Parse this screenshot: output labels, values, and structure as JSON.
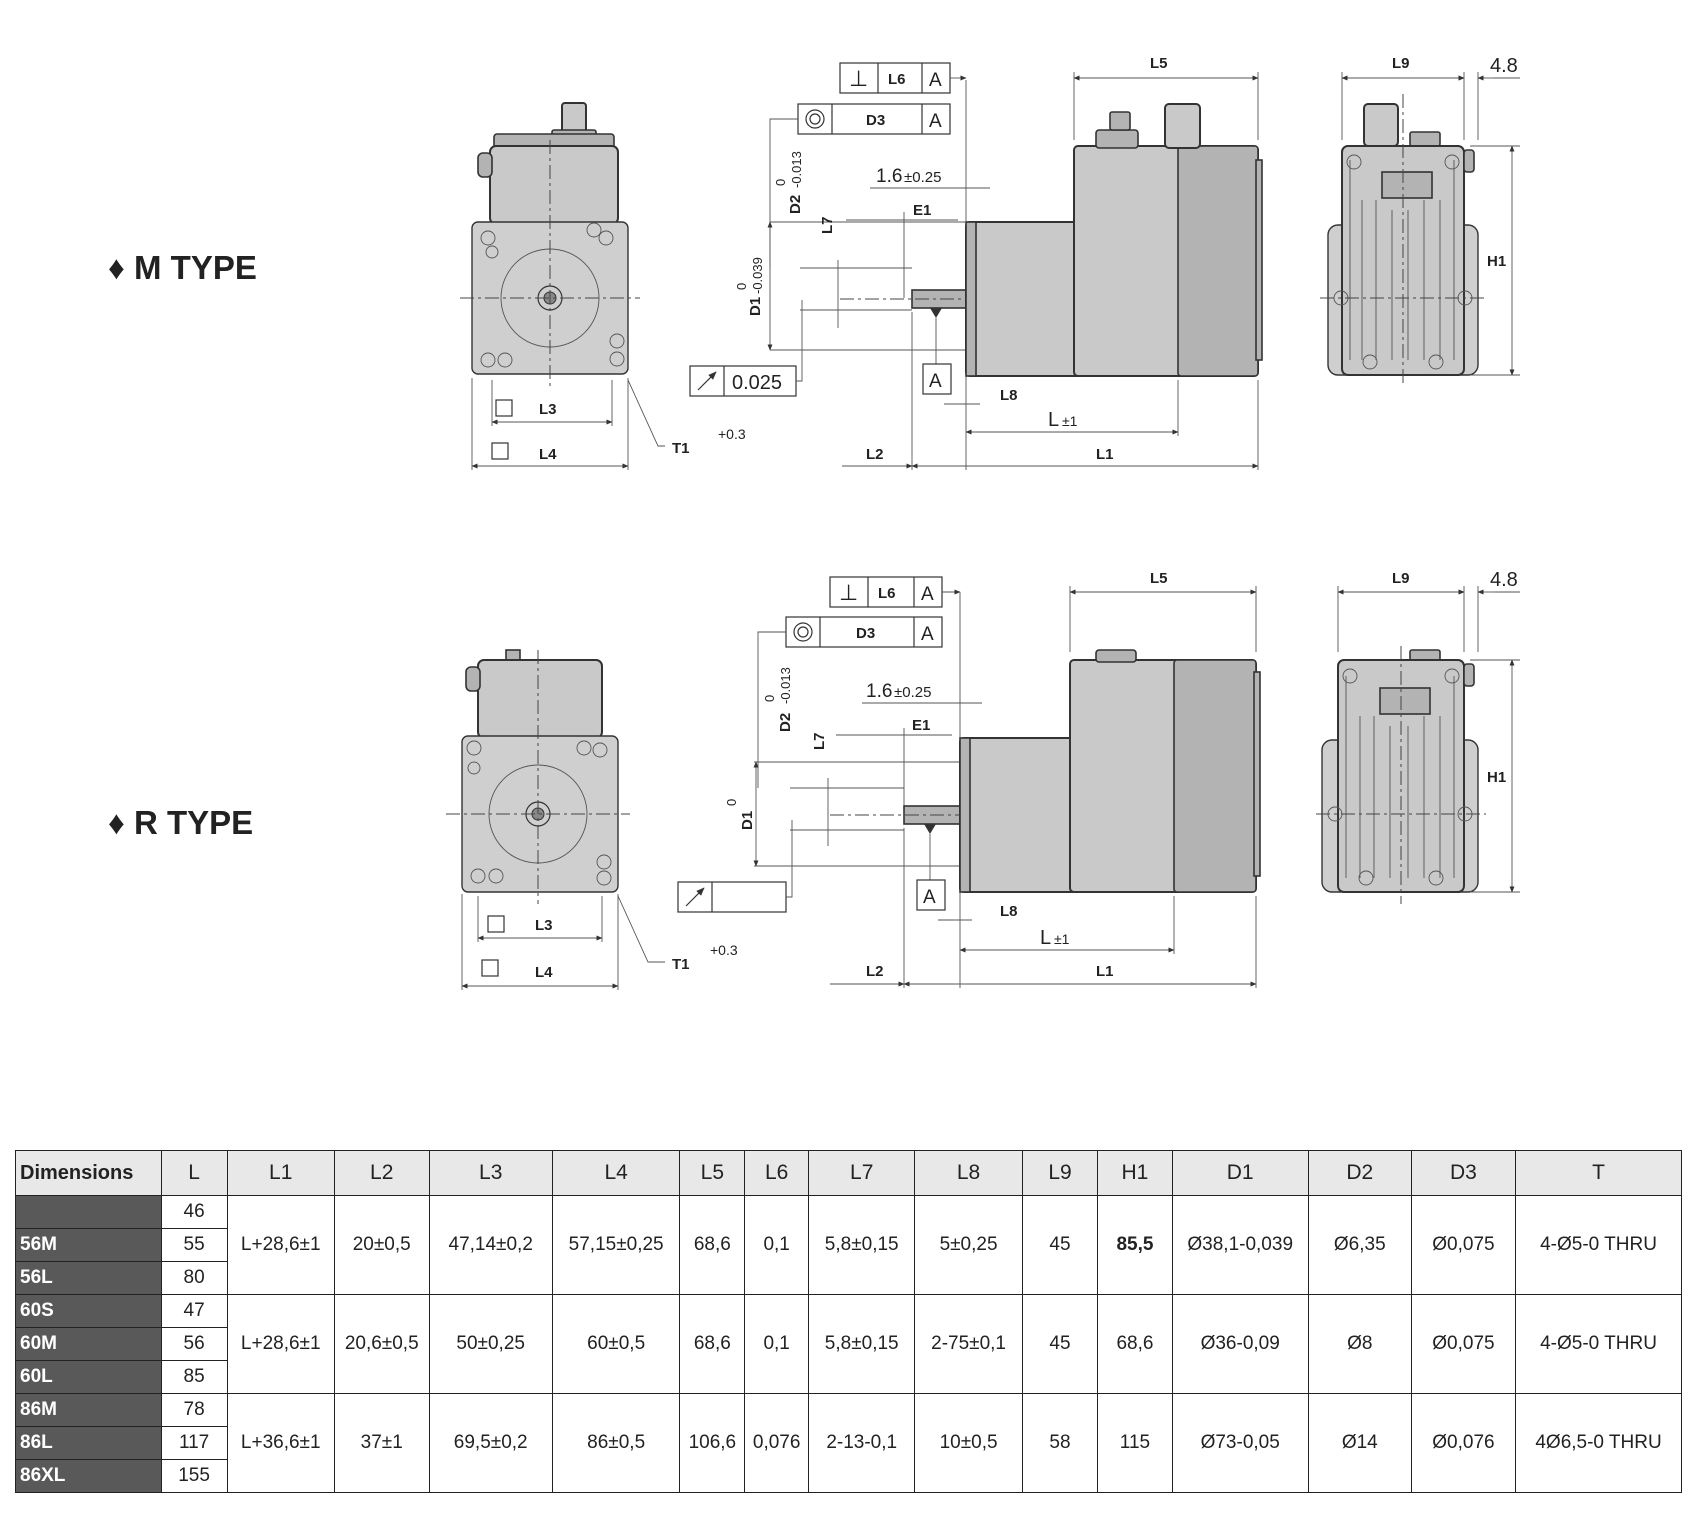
{
  "drawing": {
    "m_type": {
      "type_label": "♦ M TYPE",
      "labels": {
        "L3": "L3",
        "L4": "L4",
        "T1": "T1",
        "T1_tol": "+0.3",
        "L6": "L6",
        "A": "A",
        "D3": "D3",
        "D2": "D2",
        "D2_tol": "0\n-0.013",
        "D1": "D1",
        "D1_tol": "0\n-0.039",
        "L7": "L7",
        "E1": "E1",
        "dim16": "1.6",
        "dim16_tol": "±0.25",
        "runout": "0.025",
        "L8": "L8",
        "L": "L",
        "L_tol": "±1",
        "L2": "L2",
        "L1": "L1",
        "L5": "L5",
        "L9": "L9",
        "dim48": "4.8",
        "H1": "H1"
      }
    },
    "r_type": {
      "type_label": "♦ R TYPE",
      "labels": {
        "L3": "L3",
        "L4": "L4",
        "T1": "T1",
        "T1_tol": "+0.3",
        "L6": "L6",
        "A": "A",
        "D3": "D3",
        "D2": "D2",
        "D2_tol": "0\n-0.013",
        "D1": "D1",
        "D1_tol": "0",
        "L7": "L7",
        "E1": "E1",
        "dim16": "1.6",
        "dim16_tol": "±0.25",
        "L8": "L8",
        "L": "L",
        "L_tol": "±1",
        "L2": "L2",
        "L1": "L1",
        "L5": "L5",
        "L9": "L9",
        "dim48": "4.8",
        "H1": "H1"
      }
    }
  },
  "table": {
    "headers": [
      "Dimensions",
      "L",
      "L1",
      "L2",
      "L3",
      "L4",
      "L5",
      "L6",
      "L7",
      "L8",
      "L9",
      "H1",
      "D1",
      "D2",
      "D3",
      "T"
    ],
    "groups": [
      {
        "models": [
          "",
          "56M",
          "56L"
        ],
        "L": [
          "46",
          "55",
          "80"
        ],
        "L1": "L+28,6±1",
        "L2": "20±0,5",
        "L3": "47,14±0,2",
        "L4": "57,15±0,25",
        "L5": "68,6",
        "L6": "0,1",
        "L7": "5,8±0,15",
        "L8": "5±0,25",
        "L9": "45",
        "H1": "85,5",
        "D1": "Ø38,1-0,039",
        "D2": "Ø6,35",
        "D3": "Ø0,075",
        "T": "4-Ø5-0 THRU"
      },
      {
        "models": [
          "60S",
          "60M",
          "60L"
        ],
        "L": [
          "47",
          "56",
          "85"
        ],
        "L1": "L+28,6±1",
        "L2": "20,6±0,5",
        "L3": "50±0,25",
        "L4": "60±0,5",
        "L5": "68,6",
        "L6": "0,1",
        "L7": "5,8±0,15",
        "L8": "2-75±0,1",
        "L9": "45",
        "H1": "68,6",
        "D1": "Ø36-0,09",
        "D2": "Ø8",
        "D3": "Ø0,075",
        "T": "4-Ø5-0 THRU"
      },
      {
        "models": [
          "86M",
          "86L",
          "86XL"
        ],
        "L": [
          "78",
          "117",
          "155"
        ],
        "L1": "L+36,6±1",
        "L2": "37±1",
        "L3": "69,5±0,2",
        "L4": "86±0,5",
        "L5": "106,6",
        "L6": "0,076",
        "L7": "2-13-0,1",
        "L8": "10±0,5",
        "L9": "58",
        "H1": "115",
        "D1": "Ø73-0,05",
        "D2": "Ø14",
        "D3": "Ø0,076",
        "T": "4Ø6,5-0 THRU"
      }
    ]
  }
}
